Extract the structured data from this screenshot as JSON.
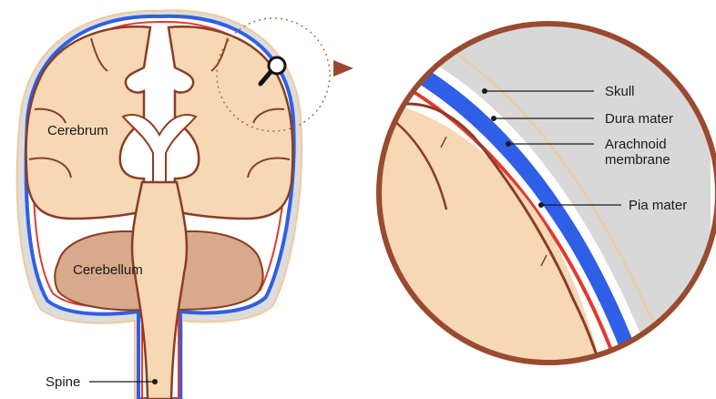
{
  "labels": {
    "cerebrum": "Cerebrum",
    "cerebellum": "Cerebellum",
    "spine": "Spine",
    "skull": "Skull",
    "dura_mater": "Dura mater",
    "arachnoid_line1": "Arachnoid",
    "arachnoid_line2": "membrane",
    "pia_mater": "Pia mater"
  },
  "colors": {
    "skull": "#d8d8d8",
    "dura": "#2f5fe6",
    "arachnoid": "#e23a2e",
    "brain_fill": "#f6d8b4",
    "brain_outline": "#8a3d24",
    "cerebellum_fill": "#d8a98a",
    "accent": "#9a4a30"
  },
  "icons": {
    "magnifier": "magnifier-icon",
    "pointer": "arrow-right-icon"
  }
}
